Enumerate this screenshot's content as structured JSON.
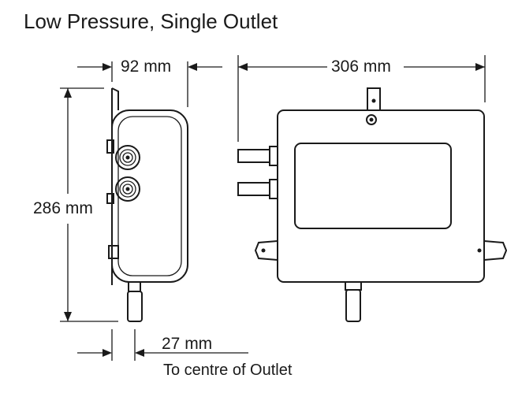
{
  "title": "Low Pressure, Single Outlet",
  "dimensions": {
    "width": "92 mm",
    "length": "306 mm",
    "height": "286 mm",
    "outlet_offset": "27 mm",
    "outlet_offset_note": "To centre of Outlet"
  }
}
